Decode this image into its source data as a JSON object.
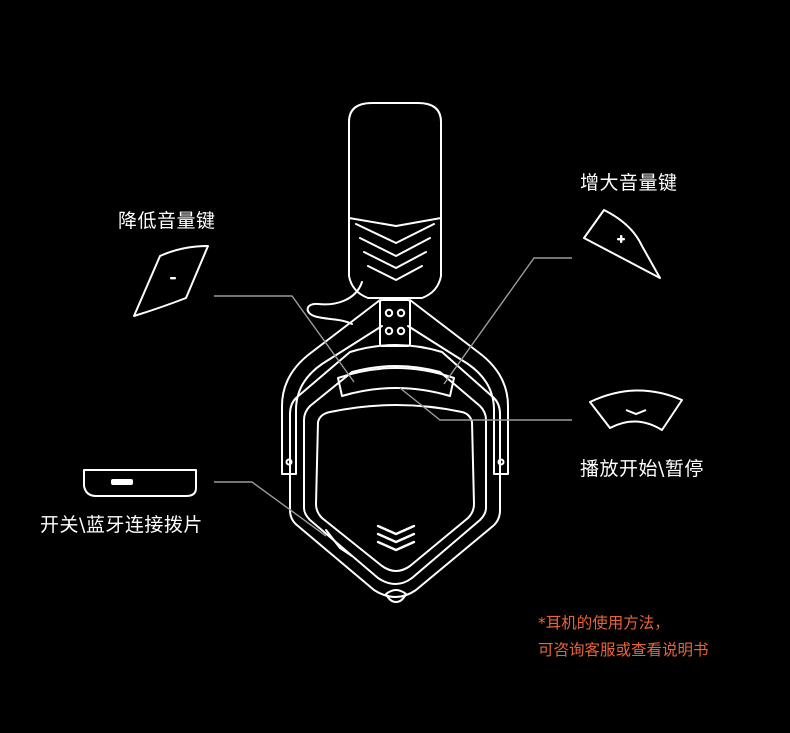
{
  "labels": {
    "volume_down": "降低音量键",
    "volume_up": "增大音量键",
    "play_pause": "播放开始\\暂停",
    "power_bluetooth": "开关\\蓝牙连接拨片"
  },
  "note": {
    "line1": "*耳机的使用方法，",
    "line2": "可咨询客服或查看说明书"
  },
  "colors": {
    "background": "#000000",
    "line_art": "#ffffff",
    "leader": "#9a9a9a",
    "note": "#e8643a"
  }
}
